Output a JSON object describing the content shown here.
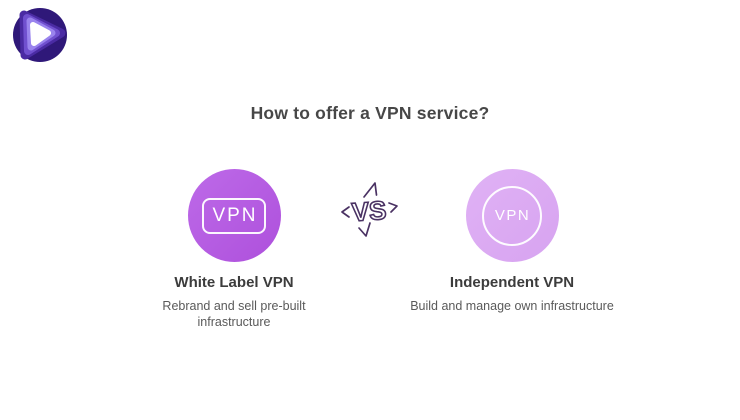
{
  "page": {
    "background": "#ffffff"
  },
  "logo": {
    "name": "vpn-brand-logo",
    "outer_circle_color": "#2f1879",
    "ring_colors": [
      "#4a2ba3",
      "#7050cf",
      "#9a84ee"
    ],
    "core_color": "#ffffff"
  },
  "header": {
    "title": "How to offer a VPN service?",
    "title_color": "#474747"
  },
  "versus": {
    "label": "VS",
    "color": "#4a3263"
  },
  "options": [
    {
      "id": "white-label-vpn",
      "badge_text": "VPN",
      "badge_shape": "rounded-rectangle",
      "badge_color": "#b25ce0",
      "title": "White Label VPN",
      "description": "Rebrand and sell pre-built infrastructure"
    },
    {
      "id": "independent-vpn",
      "badge_text": "VPN",
      "badge_shape": "circle",
      "badge_color": "#dcabf2",
      "title": "Independent VPN",
      "description": "Build and manage own infrastructure"
    }
  ],
  "text_colors": {
    "heading": "#3c3c3c",
    "body": "#5a5a5a"
  }
}
